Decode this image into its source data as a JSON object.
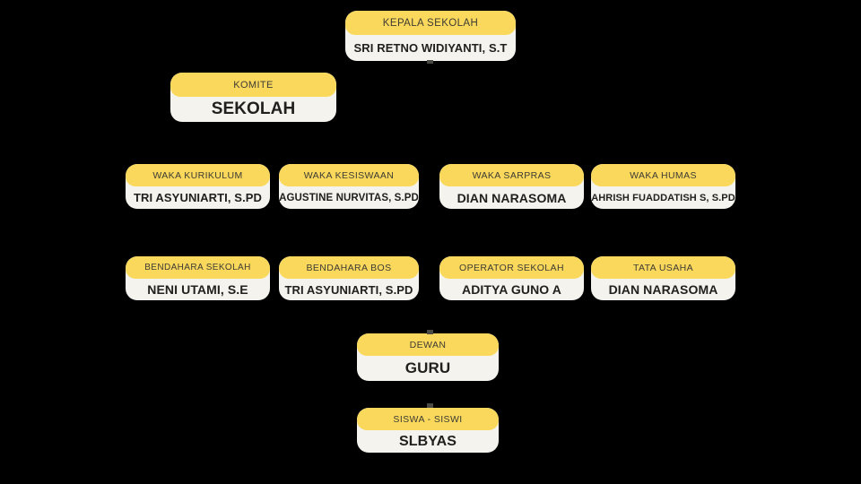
{
  "colors": {
    "background": "#000000",
    "box_header_yellow": "#F9D85C",
    "box_body": "#F4F3EE",
    "title_text": "#3E3B33",
    "name_text": "#21201E"
  },
  "org_chart": {
    "boxes": {
      "kepala_sekolah": {
        "title": "KEPALA SEKOLAH",
        "name": "SRI RETNO WIDIYANTI, S.T"
      },
      "komite": {
        "title": "KOMITE",
        "name": "SEKOLAH"
      },
      "waka_kurikulum": {
        "title": "WAKA KURIKULUM",
        "name": "TRI ASYUNIARTI, S.PD"
      },
      "waka_kesiswaan": {
        "title": "WAKA KESISWAAN",
        "name": "AGUSTINE NURVITAS, S.PD"
      },
      "waka_sarpras": {
        "title": "WAKA SARPRAS",
        "name": "DIAN NARASOMA"
      },
      "waka_humas": {
        "title": "WAKA HUMAS",
        "name": "AHRISH FUADDATISH S, S.PD"
      },
      "bendahara_sekolah": {
        "title": "BENDAHARA SEKOLAH",
        "name": "NENI UTAMI, S.E"
      },
      "bendahara_bos": {
        "title": "BENDAHARA BOS",
        "name": "TRI ASYUNIARTI, S.PD"
      },
      "operator_sekolah": {
        "title": "OPERATOR SEKOLAH",
        "name": "ADITYA GUNO A"
      },
      "tata_usaha": {
        "title": "TATA USAHA",
        "name": "DIAN NARASOMA"
      },
      "dewan_guru": {
        "title": "DEWAN",
        "name": "GURU"
      },
      "siswa_siswi": {
        "title": "SISWA - SISWI",
        "name": "SLBYAS"
      }
    }
  }
}
